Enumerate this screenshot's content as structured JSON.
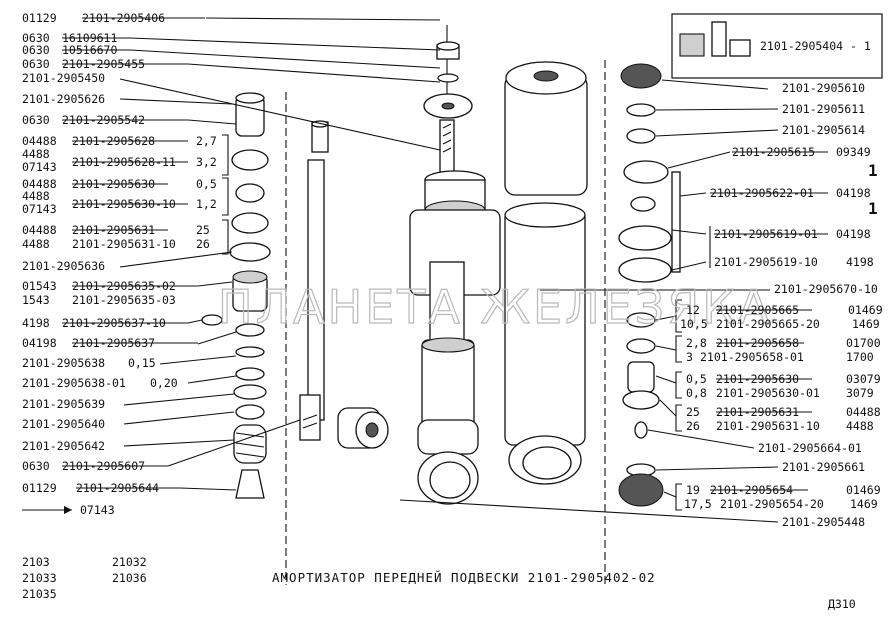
{
  "top_left_code": "01129",
  "left_callouts": [
    {
      "prefix": "",
      "part": "2101-2905406",
      "suffix": "",
      "struck": true
    },
    {
      "prefix": "0630",
      "part": "16109611",
      "suffix": "",
      "struck": true
    },
    {
      "prefix": "0630",
      "part": "10516670",
      "suffix": "",
      "struck": true
    },
    {
      "prefix": "0630",
      "part": "2101-2905455",
      "suffix": "",
      "struck": true
    },
    {
      "prefix": "",
      "part": "2101-2905450",
      "suffix": "",
      "struck": false
    },
    {
      "prefix": "",
      "part": "2101-2905626",
      "suffix": "",
      "struck": false
    },
    {
      "prefix": "0630",
      "part": "2101-2905542",
      "suffix": "",
      "struck": true
    },
    {
      "prefix": "04488",
      "part": "2101-2905628",
      "suffix": "2,7",
      "struck": true
    },
    {
      "prefix": "4488",
      "part": "",
      "suffix": "",
      "struck": false
    },
    {
      "prefix": "07143",
      "part": "2101-2905628-11",
      "suffix": "3,2",
      "struck": true
    },
    {
      "prefix": "04488",
      "part": "2101-2905630",
      "suffix": "0,5",
      "struck": true
    },
    {
      "prefix": "4488",
      "part": "",
      "suffix": "",
      "struck": false
    },
    {
      "prefix": "07143",
      "part": "2101-2905630-10",
      "suffix": "1,2",
      "struck": true
    },
    {
      "prefix": "04488",
      "part": "2101-2905631",
      "suffix": "25",
      "struck": true
    },
    {
      "prefix": "4488",
      "part": "2101-2905631-10",
      "suffix": "26",
      "struck": false
    },
    {
      "prefix": "",
      "part": "2101-2905636",
      "suffix": "",
      "struck": false
    },
    {
      "prefix": "01543",
      "part": "2101-2905635-02",
      "suffix": "",
      "struck": true
    },
    {
      "prefix": "1543",
      "part": "2101-2905635-03",
      "suffix": "",
      "struck": false
    },
    {
      "prefix": "4198",
      "part": "2101-2905637-10",
      "suffix": "",
      "struck": true
    },
    {
      "prefix": "04198",
      "part": "2101-2905637",
      "suffix": "",
      "struck": true
    },
    {
      "prefix": "",
      "part": "2101-2905638",
      "suffix": "0,15",
      "struck": false
    },
    {
      "prefix": "",
      "part": "2101-2905638-01",
      "suffix": "0,20",
      "struck": false
    },
    {
      "prefix": "",
      "part": "2101-2905639",
      "suffix": "",
      "struck": false
    },
    {
      "prefix": "",
      "part": "2101-2905640",
      "suffix": "",
      "struck": false
    },
    {
      "prefix": "",
      "part": "2101-2905642",
      "suffix": "",
      "struck": false
    },
    {
      "prefix": "0630",
      "part": "2101-2905607",
      "suffix": "",
      "struck": true
    },
    {
      "prefix": "01129",
      "part": "2101-2905644",
      "suffix": "",
      "struck": true
    }
  ],
  "arrow_note": "07143",
  "kit_label": "2101-2905404 - 1",
  "right_callouts": [
    {
      "part": "2101-2905610",
      "extra": "",
      "struck": false
    },
    {
      "part": "2101-2905611",
      "extra": "",
      "struck": false
    },
    {
      "part": "2101-2905614",
      "extra": "",
      "struck": false
    },
    {
      "part": "2101-2905615",
      "extra": "09349",
      "struck": true
    },
    {
      "part": "2101-2905622-01",
      "extra": "04198",
      "struck": true
    },
    {
      "part": "2101-2905619-01",
      "extra": "04198",
      "struck": true
    },
    {
      "part": "2101-2905619-10",
      "extra": "4198",
      "struck": false
    },
    {
      "part": "2101-2905670-10",
      "extra": "",
      "struck": false
    }
  ],
  "ones": [
    "1",
    "1"
  ],
  "right_groups": [
    {
      "rows": [
        {
          "size": "12",
          "part": "2101-2905665",
          "code": "01469",
          "struck": true
        },
        {
          "size": "10,5",
          "part": "2101-2905665-20",
          "code": "1469",
          "struck": false
        }
      ]
    },
    {
      "rows": [
        {
          "size": "2,8",
          "part": "2101-2905658",
          "code": "01700",
          "struck": true
        },
        {
          "size": "3",
          "part": "2101-2905658-01",
          "code": "1700",
          "struck": false
        }
      ]
    },
    {
      "rows": [
        {
          "size": "0,5",
          "part": "2101-2905630",
          "code": "03079",
          "struck": true
        },
        {
          "size": "0,8",
          "part": "2101-2905630-01",
          "code": "3079",
          "struck": false
        }
      ]
    },
    {
      "rows": [
        {
          "size": "25",
          "part": "2101-2905631",
          "code": "04488",
          "struck": true
        },
        {
          "size": "26",
          "part": "2101-2905631-10",
          "code": "4488",
          "struck": false
        }
      ]
    }
  ],
  "right_single_a": "2101-2905664-01",
  "right_single_b": "2101-2905661",
  "right_group_last": {
    "rows": [
      {
        "size": "19",
        "part": "2101-2905654",
        "code": "01469",
        "struck": true
      },
      {
        "size": "17,5",
        "part": "2101-2905654-20",
        "code": "1469",
        "struck": false
      }
    ]
  },
  "bottom_right_part": "2101-2905448",
  "models": [
    "2103",
    "21032",
    "21033",
    "21036",
    "21035"
  ],
  "title": "АМОРТИЗАТОР ПЕРЕДНЕЙ ПОДВЕСКИ 2101-2905402-02",
  "page_code": "Д310",
  "watermark": "ПЛАНЕТА ЖЕЛЕЗЯКА"
}
